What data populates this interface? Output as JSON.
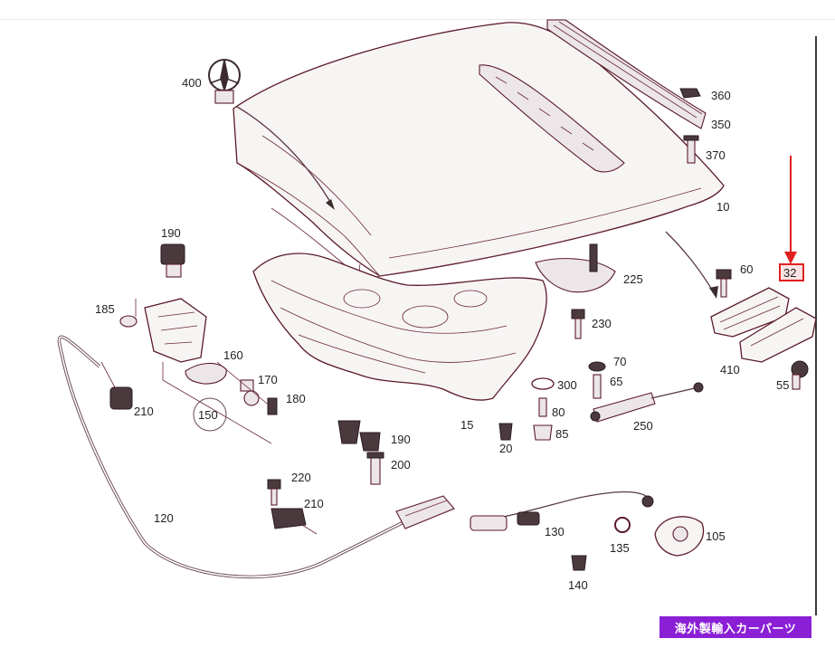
{
  "labels": {
    "p400": "400",
    "p360": "360",
    "p350": "350",
    "p370": "370",
    "p10": "10",
    "p190a": "190",
    "p185": "185",
    "p160": "160",
    "p170": "170",
    "p180": "180",
    "p150": "150",
    "p210a": "210",
    "p225": "225",
    "p230": "230",
    "p60": "60",
    "p32": "32",
    "p410": "410",
    "p55": "55",
    "p300": "300",
    "p70": "70",
    "p65": "65",
    "p80": "80",
    "p85": "85",
    "p250": "250",
    "p15": "15",
    "p20": "20",
    "p190b": "190",
    "p200": "200",
    "p220": "220",
    "p210b": "210",
    "p120": "120",
    "p130": "130",
    "p135": "135",
    "p105": "105",
    "p140": "140"
  },
  "badge_text": "海外製輸入カーパーツ",
  "colors": {
    "line": "#5a1a2a",
    "highlight": "#e02020",
    "badge": "#8a1fd6"
  }
}
